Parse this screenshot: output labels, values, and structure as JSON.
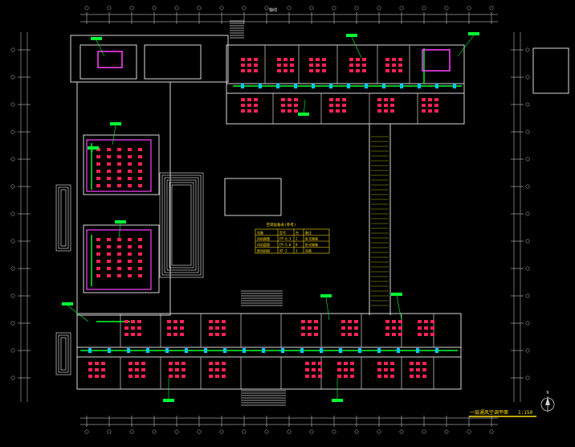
{
  "drawing": {
    "title": "一层通风空调平面",
    "scale": "1:150",
    "top_axis_label": "轴线",
    "colors": {
      "background": "#000000",
      "wall": "#d8d8d8",
      "wall_dim": "#8a8a8a",
      "duct": "#00ff33",
      "equipment": "#ff2255",
      "diffuser": "#00c8ff",
      "fan_coil": "#ff44ff",
      "text": "#ffffff",
      "annotation": "#00ff33",
      "grid": "#bfbfbf",
      "title_bar": "#ffe000",
      "table": "#ffe000",
      "accent": "#e0e000"
    },
    "legend_table": {
      "caption": "空调设备表(参考)",
      "rows": [
        [
          "设备",
          "型号",
          "台",
          "备注"
        ],
        [
          "风机盘管",
          "FP-6.3",
          "2",
          "卧式暗装"
        ],
        [
          "风机盘管",
          "FP-5.0",
          "8",
          "卧式暗装"
        ],
        [
          "新风机组",
          "XF-2",
          "1",
          "吊装"
        ]
      ]
    },
    "north_arrow": "N"
  }
}
